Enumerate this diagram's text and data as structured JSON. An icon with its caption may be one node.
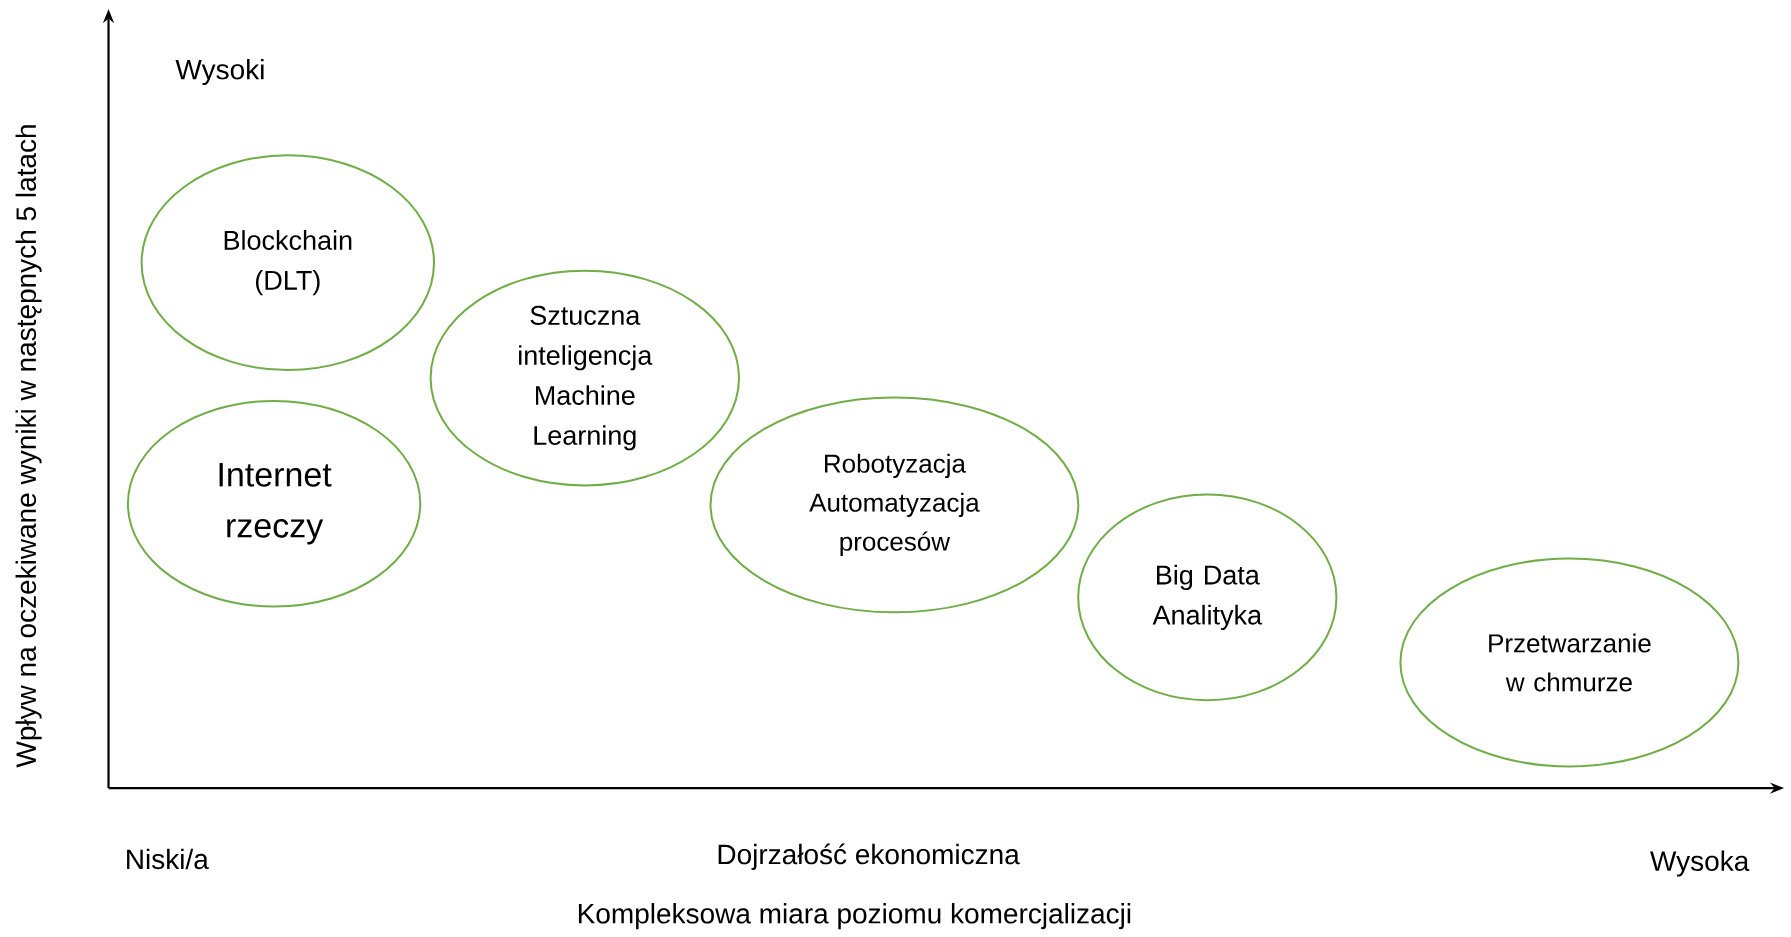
{
  "diagram": {
    "nodes": [
      {
        "text": [
          "Blockchain (DLT)"
        ]
      },
      {
        "text": [
          "Internet rzeczy"
        ]
      },
      {
        "text": [
          "Sztuczna inteligencja",
          "Machine Learning"
        ]
      },
      {
        "text": [
          "Robotyzacja",
          "Automatyzacja procesów"
        ]
      },
      {
        "text": [
          "Big Data Analityka"
        ]
      },
      {
        "text": [
          "Przetwarzanie w chmurze"
        ]
      }
    ],
    "labels": [
      "Wysoki",
      "Wpływ na oczekiwane wyniki w następnych 5 latach",
      "Niski/a",
      "Dojrzałość ekonomiczna",
      "Wysoka",
      "Kompleksowa miara poziomu komercjalizacji"
    ]
  }
}
